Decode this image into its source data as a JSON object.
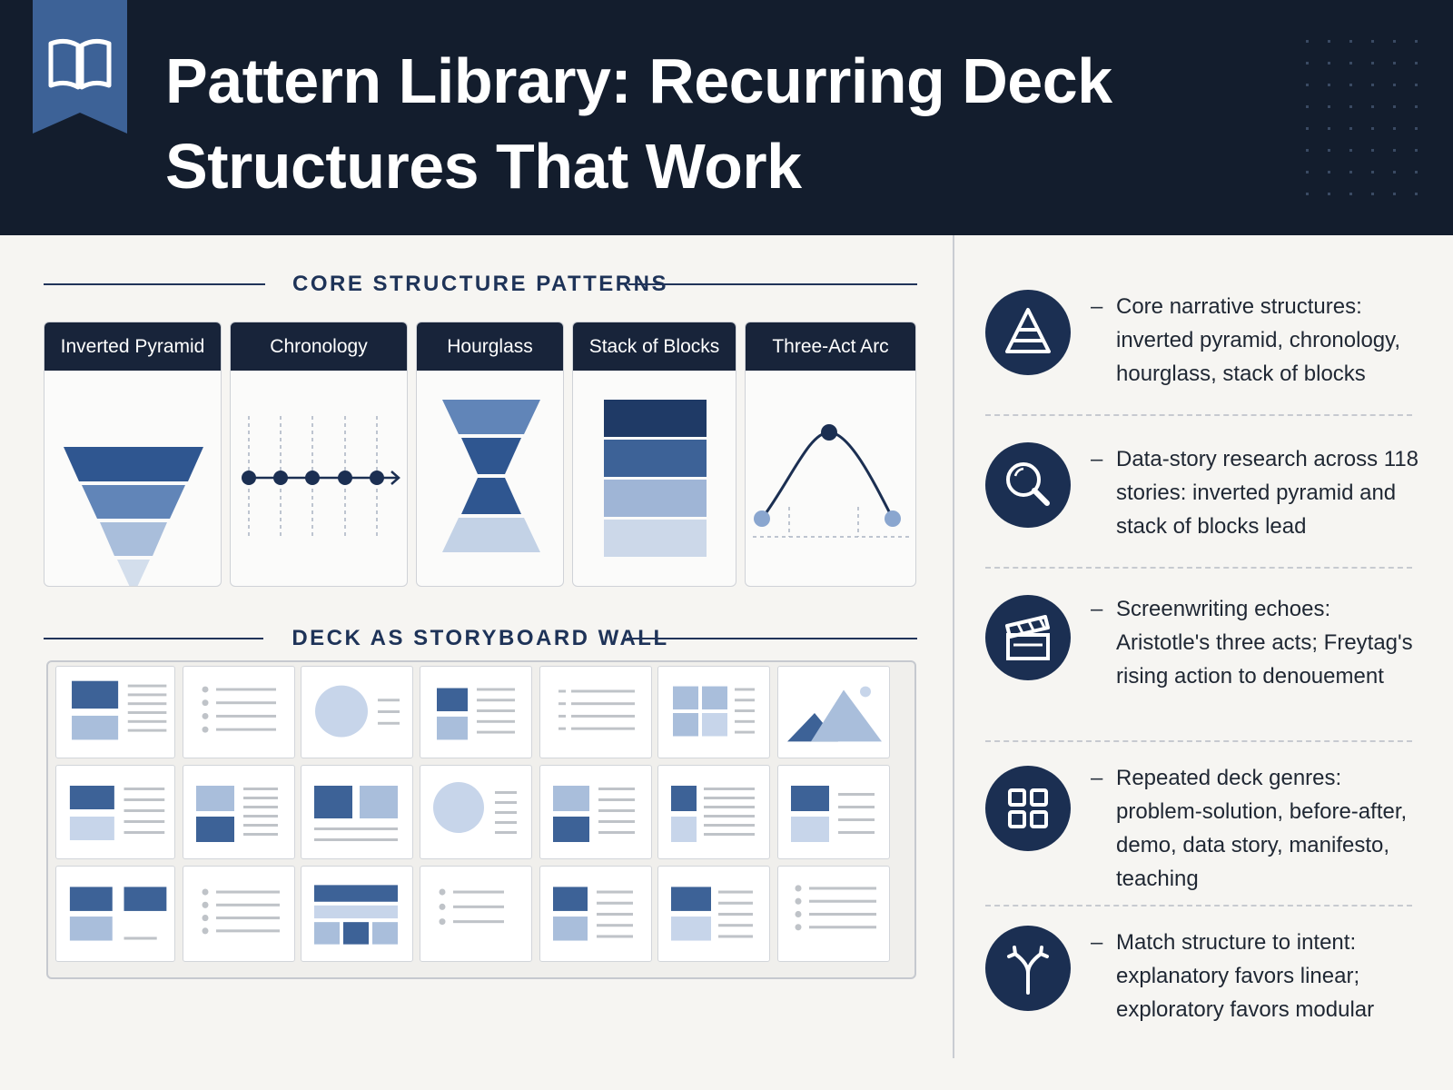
{
  "header": {
    "title_line1": "Pattern Library: Recurring Deck",
    "title_line2": "Structures That Work",
    "icon": "open-book-icon"
  },
  "core_patterns": {
    "heading": "CORE STRUCTURE PATTERNS",
    "cards": [
      {
        "label": "Inverted Pyramid"
      },
      {
        "label": "Chronology"
      },
      {
        "label": "Hourglass"
      },
      {
        "label": "Stack of Blocks"
      },
      {
        "label": "Three-Act Arc"
      }
    ]
  },
  "storyboard": {
    "heading": "DECK AS STORYBOARD WALL",
    "rows": 3,
    "columns": 7
  },
  "insights": [
    {
      "icon": "pyramid-icon",
      "text": "Core narrative structures: inverted pyramid, chronology, hourglass, stack of blocks"
    },
    {
      "icon": "magnifier-icon",
      "text": "Data-story research across 118 stories: inverted pyramid and stack of blocks lead"
    },
    {
      "icon": "clapperboard-icon",
      "text": "Screenwriting echoes: Aristotle's three acts; Freytag's rising action to denouement"
    },
    {
      "icon": "grid-icon",
      "text": "Repeated deck genres: problem-solution, before-after, demo, data story, manifesto, teaching"
    },
    {
      "icon": "fork-arrows-icon",
      "text": "Match structure to intent: explanatory favors linear; exploratory favors modular"
    }
  ],
  "colors": {
    "navy": "#131d2d",
    "accent": "#1b2f52",
    "blue_dark": "#2f5690",
    "blue_mid": "#6185b8",
    "blue_light": "#a9bedb",
    "blue_pale": "#d3deec"
  }
}
